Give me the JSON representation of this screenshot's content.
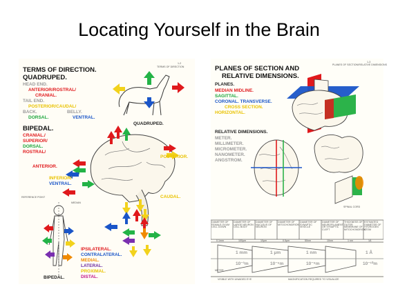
{
  "slide": {
    "title": "Locating Yourself in the Brain"
  },
  "left_page": {
    "page_number": "1-2",
    "page_header": "TERMS OF DIRECTION",
    "title": "TERMS OF DIRECTION.",
    "quadruped_heading": "QUADRUPED.",
    "head_end": "HEAD END.",
    "anterior_rostral": "ANTERIOR/ROSTRAL/",
    "cranial_1": "CRANIAL.",
    "tail_end": "TAIL END.",
    "posterior_caudal": "POSTERIOR/CAUDAL/",
    "back": "BACK.",
    "belly": "BELLY.",
    "dorsal_1": "DORSAL.",
    "ventral_1": "VENTRAL.",
    "quadruped_caption": "QUADRUPED.",
    "bipedal_heading": "BIPEDAL.",
    "cranial_2": "CRANIAL./",
    "superior": "SUPERIOR/",
    "dorsal_2": "DORSAL.",
    "rostral": "ROSTRAL/",
    "anterior": "ANTERIOR.",
    "posterior": "POSTERIOR.",
    "inferior": "INFERIOR/",
    "ventral_2": "VENTRAL.",
    "caudal": "CAUDAL.",
    "reference_point": "REFERENCE POINT",
    "median": "MEDIAN",
    "ipsilateral": "IPSILATERAL.",
    "contralateral": "CONTRALATERAL.",
    "medial": "MEDIAL.",
    "lateral": "LATERAL.",
    "proximal": "PROXIMAL.",
    "distal": "DISTAL.",
    "bipedal_caption": "BIPEDAL."
  },
  "right_page": {
    "page_number": "1-3",
    "page_header": "PLANES OF SECTION/RELATIVE DIMENSIONS",
    "title_line1": "PLANES OF SECTION AND",
    "title_line2": "RELATIVE DIMENSIONS.",
    "planes_heading": "PLANES.",
    "median_midline": "MEDIAN MIDLINE.",
    "sagittal": "SAGITTAL.",
    "coronal_transverse": "CORONAL. TRANSVERSE.",
    "cross_section": "CROSS SECTION.",
    "horizontal": "HORIZONTAL.",
    "relative_dimensions_heading": "RELATIVE DIMENSIONS.",
    "meter": "METER.",
    "millimeter": "MILLIMETER.",
    "micrometer": "MICROMETER.",
    "nanometer": "NANOMETER.",
    "angstrom": "ANGSTROM.",
    "spinal_cord": "SPINAL CORD",
    "scale_mm": "1 mm",
    "scale_mm_power": "10⁻³m",
    "scale_um": "1 μm",
    "scale_um_power": "10⁻⁶m",
    "scale_nm": "1 nm",
    "scale_nm_power": "10⁻⁹m",
    "scale_a": "1 Å",
    "scale_a_power": "10⁻¹⁰m",
    "visible_caption": "VISIBLE WITH UNAIDED EYE",
    "magnification_caption": "MAGNIFICATION REQUIRED TO VISUALIZE",
    "meter_caption": "METER",
    "columns": [
      "DIAMETER OF FEMALE OVUM CELL DOWN",
      "DIAMETER OF LARGE NEURON CELL BODY",
      "DIAMETER OF NUCLEUS OF NEURON",
      "DIAMETER OF MITOCHONDRION",
      "DIAMETER OF SYNAPTIC VESICLE",
      "DIAMETER OF NEUROFILAMENT OR SYNAPTIC CLEFT",
      "THICKNESS OF OUTER MEMBRANE OF MITOCHONDRION",
      "ESTIMATED DIAMETER OF HYDROGEN ATOM"
    ],
    "column_values": [
      "0.1mm",
      "100μm",
      "10μm",
      "0.5μm",
      "50nm",
      "10nm",
      "1 nm",
      "1Å"
    ]
  }
}
